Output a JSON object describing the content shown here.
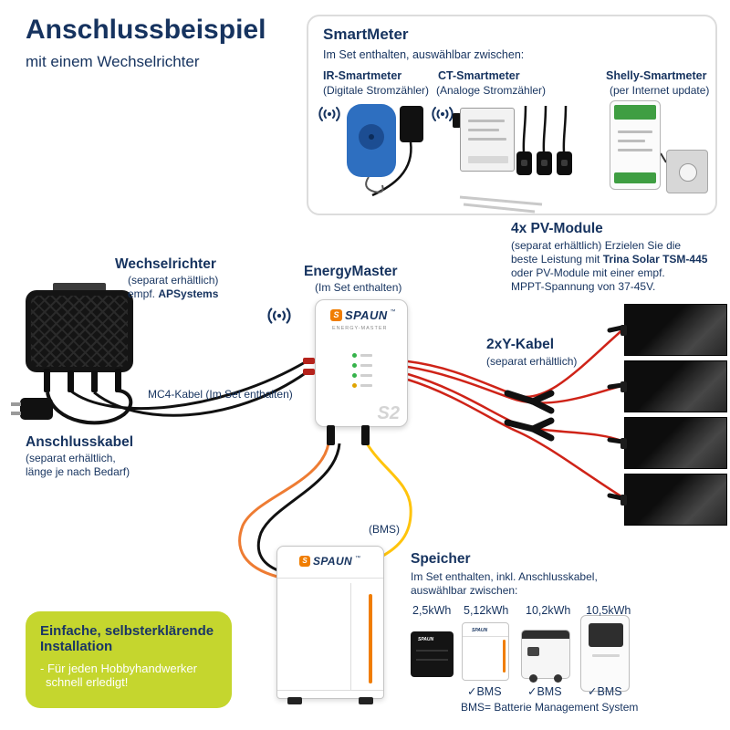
{
  "brand": {
    "name": "SPAUN",
    "tm": "™",
    "logo_glyph": "S",
    "model": "ENERGY-MASTER",
    "watermark": "S2"
  },
  "header": {
    "title": "Anschlussbeispiel",
    "subtitle": "mit einem Wechselrichter"
  },
  "smartmeter": {
    "title": "SmartMeter",
    "subtitle": "Im Set enthalten, auswählbar zwischen:",
    "options": [
      {
        "name": "IR-Smartmeter",
        "desc": "(Digitale Stromzähler)"
      },
      {
        "name": "CT-Smartmeter",
        "desc": "(Analoge Stromzähler)"
      },
      {
        "name": "Shelly-Smartmeter",
        "desc": "(per Internet update)"
      }
    ]
  },
  "wechselrichter": {
    "title": "Wechselrichter",
    "sub1": "(separat erhältlich)",
    "sub2a": "empf. ",
    "sub2b": "APSystems"
  },
  "energymaster": {
    "title": "EnergyMaster",
    "subtitle": "(Im Set enthalten)"
  },
  "mc4": {
    "label": "MC4-Kabel (Im Set enthalten)"
  },
  "anschlusskabel": {
    "title": "Anschlusskabel",
    "sub1": "(separat erhältlich,",
    "sub2": "länge je nach Bedarf)"
  },
  "pv": {
    "title": "4x PV-Module",
    "desc1": "(separat erhältlich) Erzielen Sie die",
    "desc2a": "beste Leistung mit ",
    "desc2b": "Trina Solar TSM-445",
    "desc3": "oder PV-Module mit einer empf.",
    "desc4": "MPPT-Spannung von 37-45V."
  },
  "ykabel": {
    "title": "2xY-Kabel",
    "subtitle": "(separat erhältlich)"
  },
  "bms_wire_label": "(BMS)",
  "speicher": {
    "title": "Speicher",
    "sub1": "Im Set enthalten, inkl. Anschlusskabel,",
    "sub2": "auswählbar zwischen:",
    "options": [
      {
        "capacity": "2,5kWh",
        "bms": ""
      },
      {
        "capacity": "5,12kWh",
        "bms": "✓BMS"
      },
      {
        "capacity": "10,2kWh",
        "bms": "✓BMS"
      },
      {
        "capacity": "10,5kWh",
        "bms": "✓BMS"
      }
    ],
    "note": "BMS= Batterie Management System"
  },
  "installation": {
    "title1": "Einfache, selbsterklärende",
    "title2": "Installation",
    "body1": "- Für jeden Hobbyhandwerker",
    "body2": "schnell erledigt!"
  },
  "colors": {
    "navy": "#16335f",
    "lime": "#c5d62e",
    "brand_orange": "#f07d00",
    "wire_red": "#cf2318",
    "wire_orange": "#ee7c33",
    "wire_yellow": "#ffc40c",
    "wire_black": "#111111"
  }
}
